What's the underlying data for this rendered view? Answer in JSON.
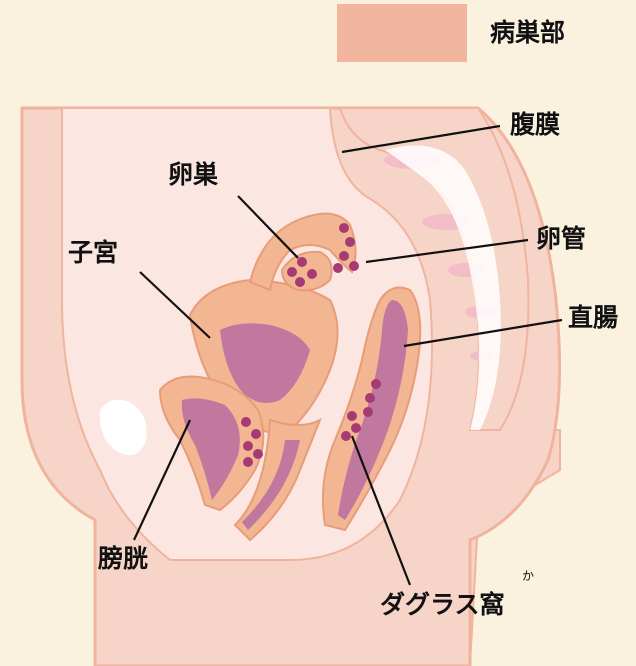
{
  "legend": {
    "label": "病巣部",
    "colors": {
      "box": "#f2b6a0",
      "lesion": "#a63a72"
    }
  },
  "labels": {
    "peritoneum": "腹膜",
    "ovary": "卵巣",
    "fallopian_tube": "卵管",
    "uterus": "子宮",
    "rectum": "直腸",
    "bladder": "膀胱",
    "pouch_of_douglas": "ダグラス窩",
    "pouch_ruby": "か"
  },
  "colors": {
    "background": "#fbf1df",
    "body": "#f7d4c8",
    "body_outline": "#f0b49e",
    "cavity": "#fbe6e2",
    "organ": "#f2b693",
    "organ_dark": "#c0789e",
    "lesion": "#a63a72",
    "bone": "#ffffff"
  }
}
